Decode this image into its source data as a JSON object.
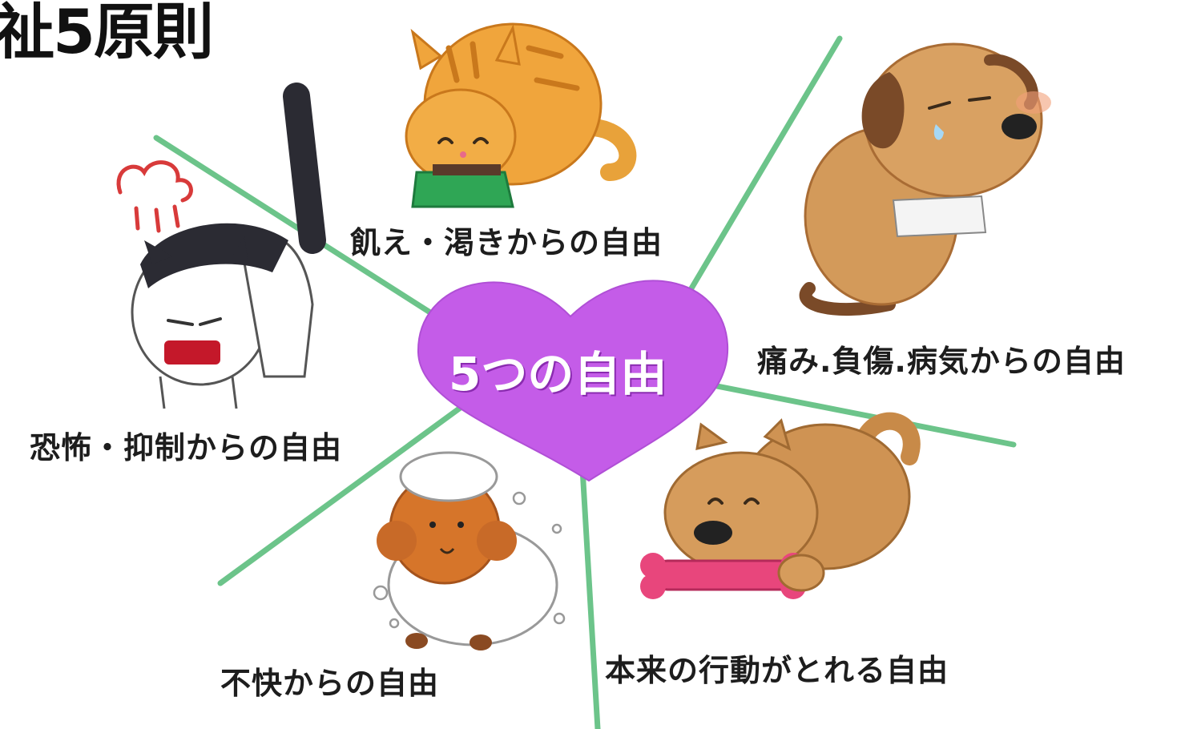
{
  "title": "祉5原則",
  "center": {
    "text": "5つの自由",
    "color": "#c45ce8"
  },
  "spoke_color": "#6cc48a",
  "freedoms": {
    "hunger": "飢え・渇きからの自由",
    "pain": "痛み.負傷.病気からの自由",
    "fear": "恐怖・抑制からの自由",
    "discomfort": "不快からの自由",
    "behavior": "本来の行動がとれる自由"
  },
  "icons": {
    "hunger": "eating-cat-icon",
    "pain": "injured-crying-dog-icon",
    "fear": "angry-cat-icon",
    "discomfort": "bubbly-poodle-icon",
    "behavior": "dog-with-bone-icon"
  }
}
